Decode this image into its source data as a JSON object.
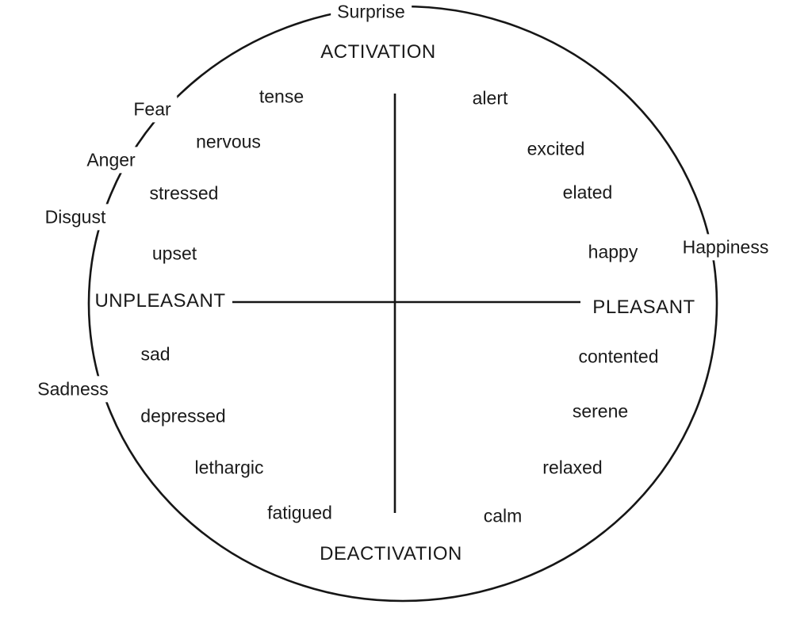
{
  "diagram": {
    "axes": {
      "activation": "ACTIVATION",
      "deactivation": "DEACTIVATION",
      "unpleasant": "UNPLEASANT",
      "pleasant": "PLEASANT"
    },
    "outer_emotions": {
      "surprise": "Surprise",
      "fear": "Fear",
      "anger": "Anger",
      "disgust": "Disgust",
      "sadness": "Sadness",
      "happiness": "Happiness"
    },
    "inner_states": {
      "tense": "tense",
      "nervous": "nervous",
      "stressed": "stressed",
      "upset": "upset",
      "sad": "sad",
      "depressed": "depressed",
      "lethargic": "lethargic",
      "fatigued": "fatigued",
      "alert": "alert",
      "excited": "excited",
      "elated": "elated",
      "happy": "happy",
      "contented": "contented",
      "serene": "serene",
      "relaxed": "relaxed",
      "calm": "calm"
    },
    "colors": {
      "line": "#161616",
      "text": "#1a1a1a",
      "background": "#ffffff"
    }
  }
}
